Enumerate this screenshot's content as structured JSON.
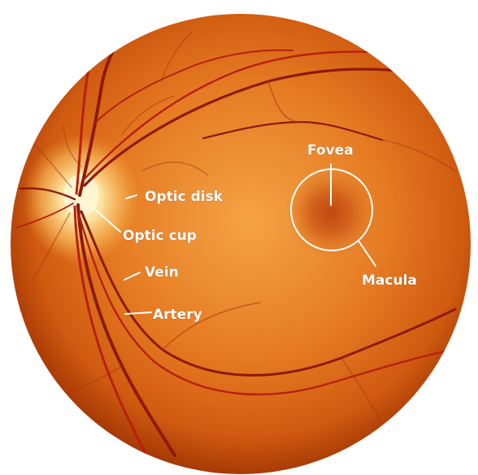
{
  "diagram": {
    "labels": {
      "optic_disk": "Optic disk",
      "optic_cup": "Optic cup",
      "vein": "Vein",
      "artery": "Artery",
      "fovea": "Fovea",
      "macula": "Macula"
    },
    "colors": {
      "fundus_center": "#f29a3a",
      "fundus_mid": "#e2701c",
      "fundus_edge": "#b83f06",
      "optic_disk": "#fde7a6",
      "fovea": "#c94c16",
      "vessel": "#9e1d0a",
      "label_text": "#ffffff"
    }
  }
}
